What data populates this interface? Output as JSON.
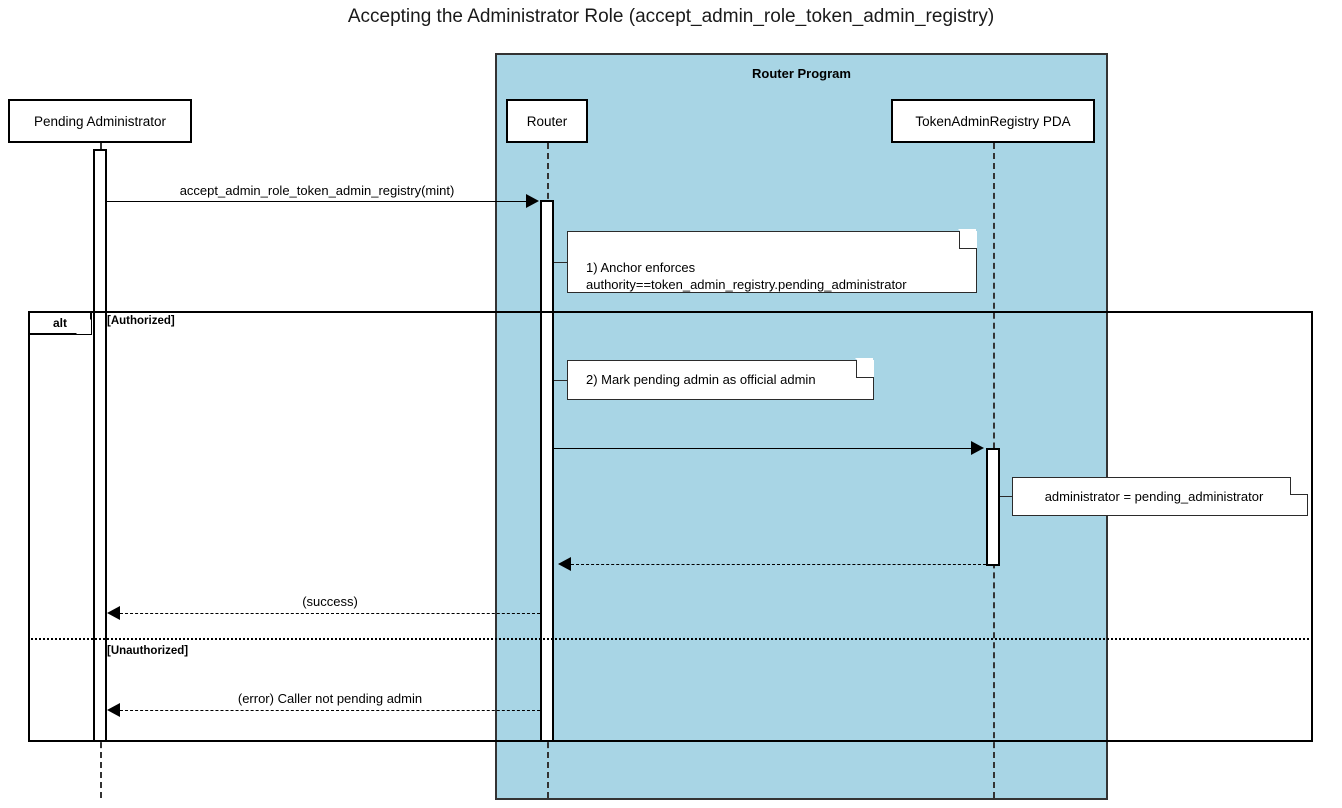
{
  "title": "Accepting the Administrator Role (accept_admin_role_token_admin_registry)",
  "group": {
    "label": "Router Program",
    "fill_color": "#a8d5e5",
    "border_color": "#333333"
  },
  "participants": [
    {
      "id": "pending-administrator",
      "label": "Pending Administrator"
    },
    {
      "id": "router",
      "label": "Router"
    },
    {
      "id": "token-admin-registry-pda",
      "label": "TokenAdminRegistry PDA"
    }
  ],
  "messages": [
    {
      "id": "accept-admin-role-call",
      "label": "accept_admin_role_token_admin_registry(mint)",
      "from": "pending-administrator",
      "to": "router",
      "style": "solid",
      "direction": "right"
    },
    {
      "id": "mark-admin-write",
      "label": "",
      "from": "router",
      "to": "token-admin-registry-pda",
      "style": "solid",
      "direction": "right"
    },
    {
      "id": "pda-return",
      "label": "",
      "from": "token-admin-registry-pda",
      "to": "router",
      "style": "dashed",
      "direction": "left"
    },
    {
      "id": "success-return",
      "label": "(success)",
      "from": "router",
      "to": "pending-administrator",
      "style": "dashed",
      "direction": "left"
    },
    {
      "id": "error-return",
      "label": "(error) Caller not pending admin",
      "from": "router",
      "to": "pending-administrator",
      "style": "dashed",
      "direction": "left"
    }
  ],
  "notes": [
    {
      "id": "note-anchor-enforces",
      "text": "1) Anchor enforces\nauthority==token_admin_registry.pending_administrator"
    },
    {
      "id": "note-mark-pending-admin",
      "text": "2) Mark pending admin as official admin"
    },
    {
      "id": "note-administrator-assignment",
      "text": "administrator = pending_administrator"
    }
  ],
  "alt_fragment": {
    "operator": "alt",
    "branches": [
      {
        "id": "authorized",
        "guard": "[Authorized]"
      },
      {
        "id": "unauthorized",
        "guard": "[Unauthorized]"
      }
    ]
  }
}
